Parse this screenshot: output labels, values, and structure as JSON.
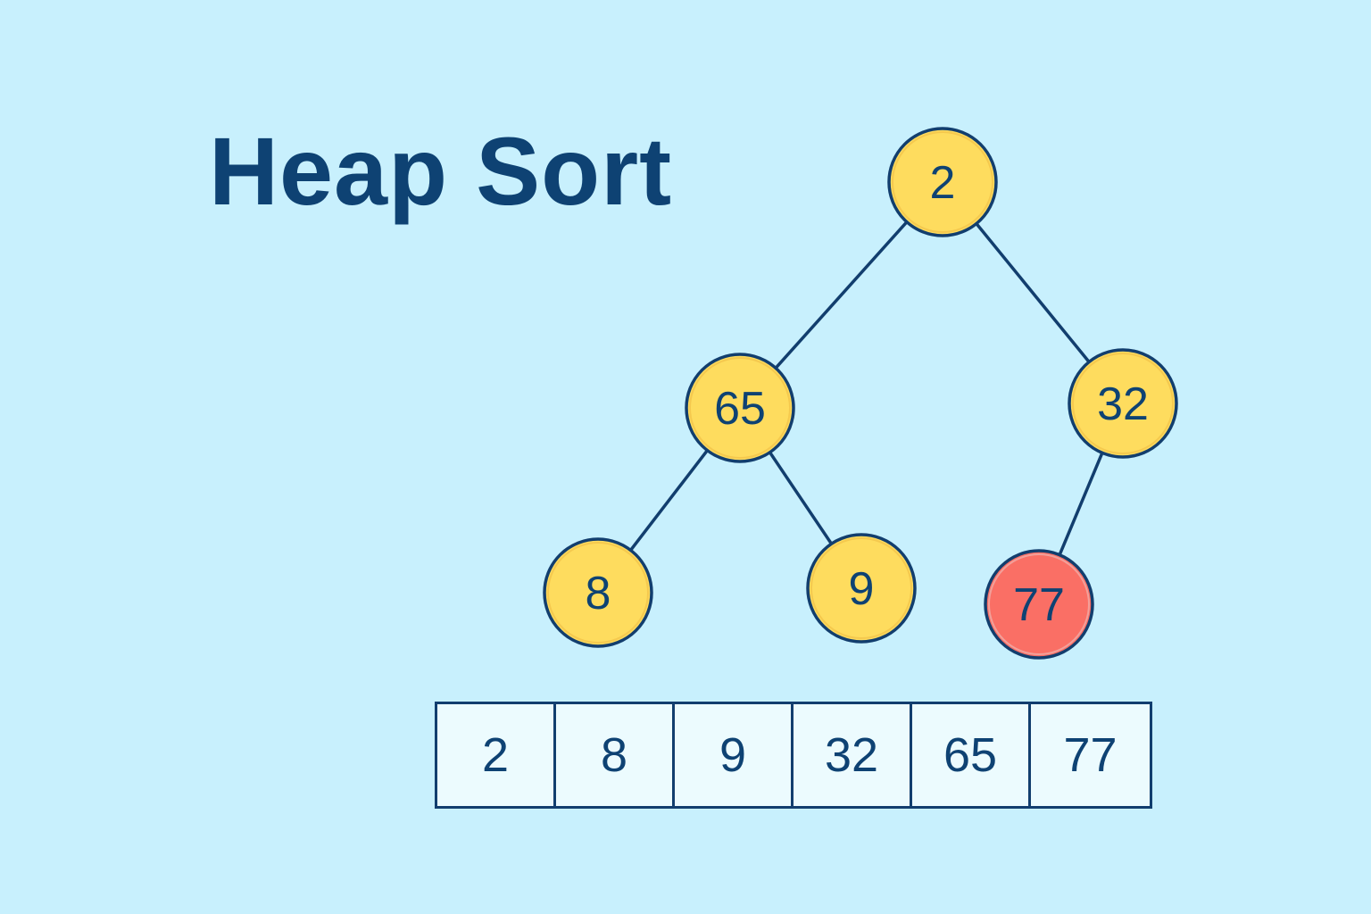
{
  "title": "Heap Sort",
  "colors": {
    "background": "#c8f0fd",
    "node_fill": "#fedc5e",
    "node_highlight_fill": "#fa6f65",
    "stroke": "#123e6e",
    "text": "#0e4273"
  },
  "tree": {
    "nodes": [
      {
        "id": "n0",
        "label": "2",
        "highlight": false
      },
      {
        "id": "n1",
        "label": "65",
        "highlight": false
      },
      {
        "id": "n2",
        "label": "32",
        "highlight": false
      },
      {
        "id": "n3",
        "label": "8",
        "highlight": false
      },
      {
        "id": "n4",
        "label": "9",
        "highlight": false
      },
      {
        "id": "n5",
        "label": "77",
        "highlight": true
      }
    ],
    "edges": [
      {
        "from": "n0",
        "to": "n1"
      },
      {
        "from": "n0",
        "to": "n2"
      },
      {
        "from": "n1",
        "to": "n3"
      },
      {
        "from": "n1",
        "to": "n4"
      },
      {
        "from": "n2",
        "to": "n5"
      }
    ]
  },
  "array": {
    "cells": [
      "2",
      "8",
      "9",
      "32",
      "65",
      "77"
    ]
  }
}
